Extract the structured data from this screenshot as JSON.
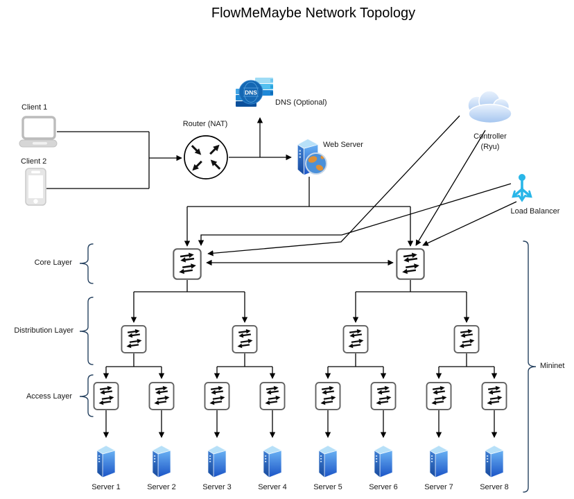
{
  "title": "FlowMeMaybe Network Topology",
  "nodes": {
    "client1": {
      "label": "Client 1",
      "icon": "laptop-icon"
    },
    "client2": {
      "label": "Client 2",
      "icon": "smartphone-icon"
    },
    "router": {
      "label": "Router (NAT)",
      "icon": "router-icon"
    },
    "dns": {
      "label": "DNS (Optional)",
      "icon_text": "DNS",
      "icon": "dns-server-icon"
    },
    "web_server": {
      "label": "Web Server",
      "icon": "server-globe-icon"
    },
    "controller": {
      "label_line1": "Controller",
      "label_line2": "(Ryu)",
      "icon": "cloud-icon"
    },
    "load_balancer": {
      "label": "Load Balancer",
      "icon": "load-balancer-icon"
    }
  },
  "layer_labels": {
    "core": "Core Layer",
    "distribution": "Distribution Layer",
    "access": "Access Layer"
  },
  "mininet_label": "Mininet",
  "servers": [
    {
      "label": "Server 1"
    },
    {
      "label": "Server 2"
    },
    {
      "label": "Server 3"
    },
    {
      "label": "Server 4"
    },
    {
      "label": "Server 5"
    },
    {
      "label": "Server 6"
    },
    {
      "label": "Server 7"
    },
    {
      "label": "Server 8"
    }
  ],
  "topology": {
    "core_switches": 2,
    "distribution_switches": 4,
    "access_switches": 8,
    "servers": 8
  },
  "colors": {
    "line": "#000000",
    "accent_cyan": "#29b6e8",
    "cloud_fill": "#b9d3f4",
    "server_blue": "#2268cf",
    "brace_navy": "#25415f"
  }
}
